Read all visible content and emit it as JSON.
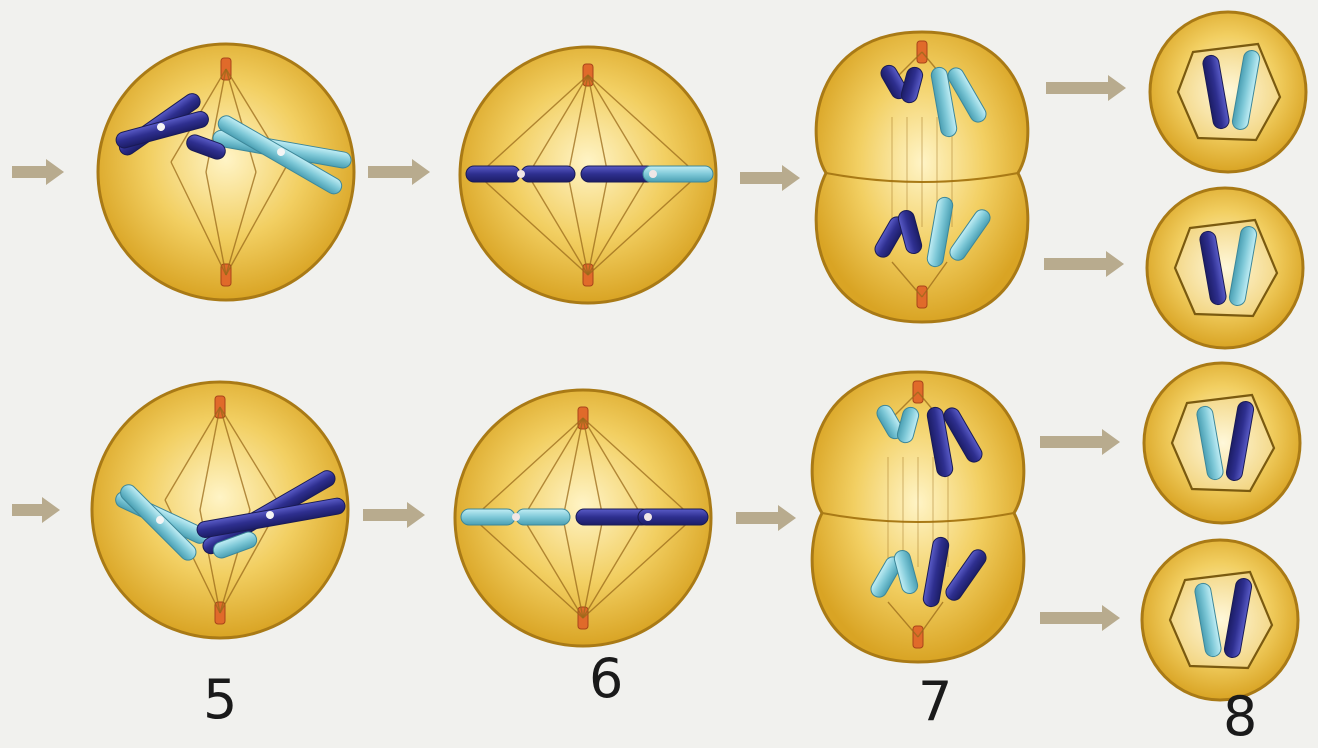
{
  "labels": {
    "stage5": "5",
    "stage6": "6",
    "stage7": "7",
    "stage8": "8"
  },
  "colors": {
    "background": "#f1f1ee",
    "cell_fill": "#e6b22c",
    "cell_outline": "#a97a16",
    "chromosome_dark": "#2e2f8f",
    "chromosome_light": "#7fc9d8",
    "centrosome": "#e06a2a",
    "arrow": "#b8ab8e",
    "spindle": "#9a6a1a",
    "nuclear_envelope": "#7a5a10"
  },
  "icons": {
    "arrow": "right-arrow-icon",
    "centrosome": "centrosome-icon",
    "chromosome": "chromosome-icon"
  }
}
